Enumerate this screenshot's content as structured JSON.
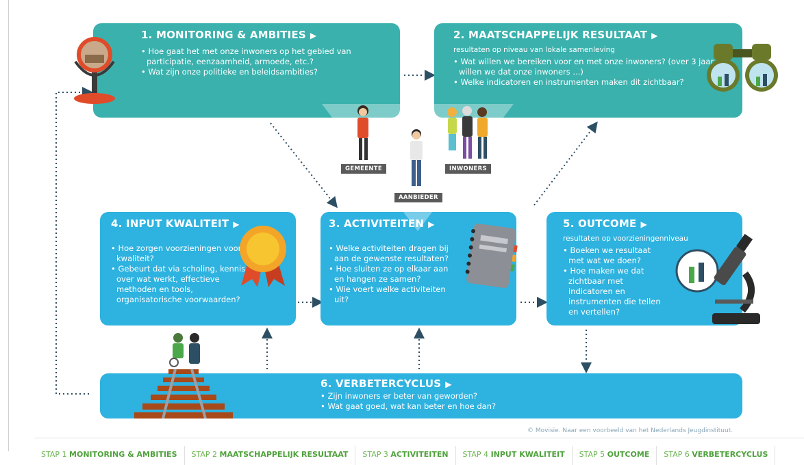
{
  "boxes": {
    "b1": {
      "title": "1. MONITORING & AMBITIES",
      "bullets": [
        "Hoe gaat het met onze inwoners op het gebied van participatie, eenzaamheid, armoede, etc.?",
        "Wat zijn onze politieke en beleidsambities?"
      ]
    },
    "b2": {
      "title": "2. MAATSCHAPPELIJK RESULTAAT",
      "sub": "resultaten op niveau van lokale samenleving",
      "bullets": [
        "Wat willen we bereiken voor en met onze inwoners? (over 3 jaar willen we dat onze inwoners ...)",
        "Welke indicatoren en instrumenten maken dit zichtbaar?"
      ]
    },
    "b3": {
      "title": "3. ACTIVITEITEN",
      "bullets": [
        "Welke activiteiten dragen bij aan de gewenste resultaten?",
        "Hoe sluiten ze op elkaar aan en hangen ze samen?",
        "Wie voert welke activiteiten uit?"
      ]
    },
    "b4": {
      "title": "4. INPUT KWALITEIT",
      "bullets": [
        "Hoe zorgen voorzieningen voor kwaliteit?",
        "Gebeurt dat via scholing, kennis over wat werkt, effectieve methoden en tools, organisatorische voorwaarden?"
      ]
    },
    "b5": {
      "title": "5. OUTCOME",
      "sub": "resultaten op voorzieningenniveau",
      "bullets": [
        "Boeken we resultaat met wat we doen?",
        "Hoe maken we dat zichtbaar met indicatoren en instrumenten die tellen en vertellen?"
      ]
    },
    "b6": {
      "title": "6. VERBETERCYCLUS",
      "bullets": [
        "Zijn inwoners er beter van geworden?",
        "Wat gaat goed, wat kan beter en hoe dan?"
      ]
    }
  },
  "labels": {
    "gemeente": "GEMEENTE",
    "inwoners": "INWONERS",
    "aanbieder": "AANBIEDER"
  },
  "credit": "© Movisie. Naar een voorbeeld van het Nederlands Jeugdinstituut.",
  "tabs": [
    {
      "prefix": "STAP 1",
      "label": "MONITORING & AMBITIES"
    },
    {
      "prefix": "STAP 2",
      "label": "MAATSCHAPPELIJK RESULTAAT"
    },
    {
      "prefix": "STAP 3",
      "label": "ACTIVITEITEN"
    },
    {
      "prefix": "STAP 4",
      "label": "INPUT KWALITEIT"
    },
    {
      "prefix": "STAP 5",
      "label": "OUTCOME"
    },
    {
      "prefix": "STAP 6",
      "label": "VERBETERCYCLUS"
    }
  ],
  "colors": {
    "teal": "#3ab1ad",
    "blue": "#2eb2df",
    "arrow": "#2d4f63",
    "green": "#4fa23c"
  },
  "icons": [
    "mirror-icon",
    "binoculars-icon",
    "ribbon-icon",
    "notebook-icon",
    "microscope-icon",
    "railway-icon"
  ]
}
